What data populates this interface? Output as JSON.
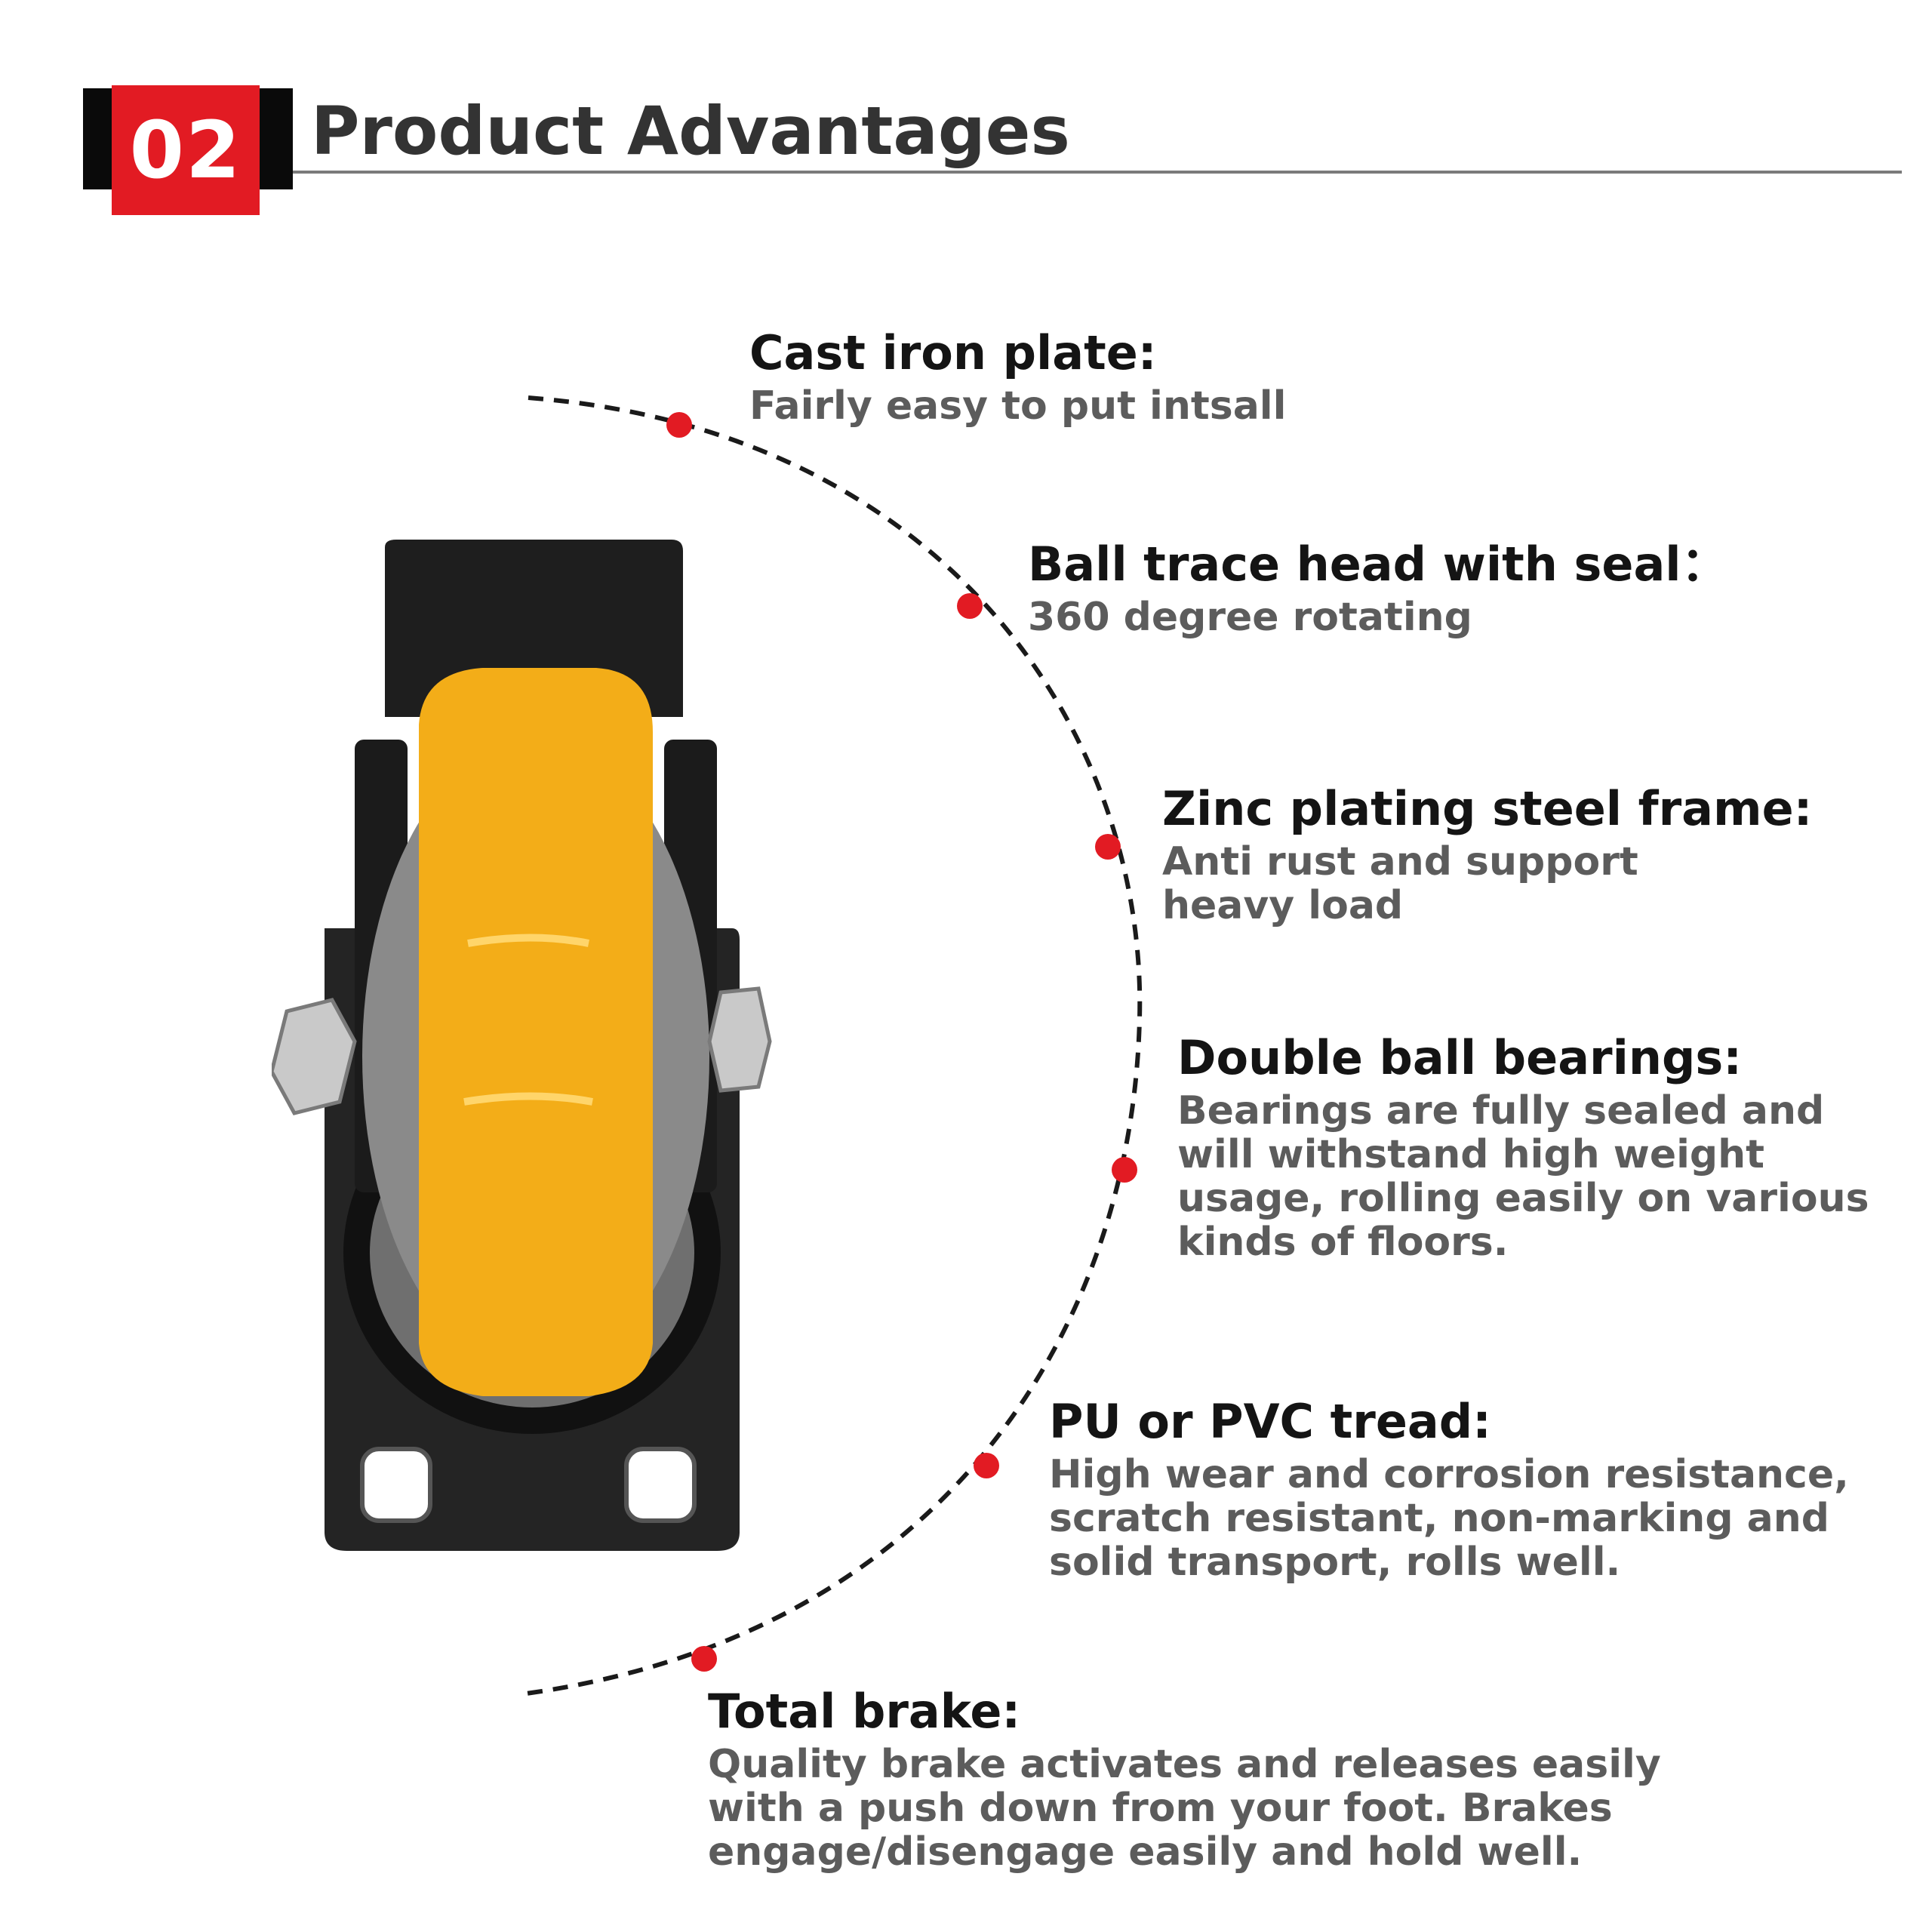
{
  "header": {
    "number": "02",
    "title": "Product Advantages"
  },
  "colors": {
    "accent_red": "#e21b23",
    "header_black": "#0a0a0a",
    "wheel_yellow": "#f3ad18",
    "hub_gray": "#8a8a8a",
    "bracket_black": "#1b1b1b"
  },
  "product_image": {
    "subject": "caster wheel with yellow tread and black bracket"
  },
  "features": [
    {
      "title": "Cast iron plate:",
      "desc": "Fairly easy to put intsall"
    },
    {
      "title": "Ball trace head with seal：",
      "desc": "360 degree rotating"
    },
    {
      "title": "Zinc plating steel frame:",
      "desc": "Anti rust and support\nheavy load"
    },
    {
      "title": "Double ball bearings:",
      "desc": "Bearings are fully sealed and\nwill withstand high weight\nusage, rolling easily on various\nkinds of floors."
    },
    {
      "title": "PU or PVC tread:",
      "desc": "High wear and corrosion resistance,\nscratch resistant, non-marking and\nsolid transport, rolls well."
    },
    {
      "title": "Total brake:",
      "desc": "Quality brake activates and releases easily\nwith a push down from your foot. Brakes\nengage/disengage easily and hold well."
    }
  ]
}
